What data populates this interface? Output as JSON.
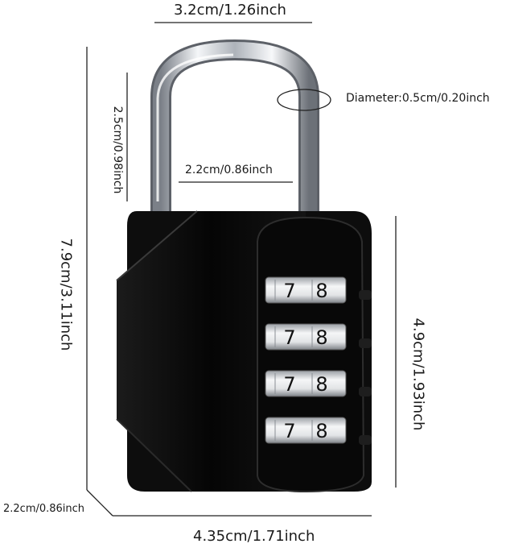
{
  "dimensions": {
    "top_width": "3.2cm/1.26inch",
    "shackle_height": "2.5cm/0.98inch",
    "diameter": "Diameter:0.5cm/0.20inch",
    "shackle_inner_width": "2.2cm/0.86inch",
    "total_height": "7.9cm/3.11inch",
    "body_height": "4.9cm/1.93inch",
    "depth": "2.2cm/0.86inch",
    "body_width": "4.35cm/1.71inch"
  },
  "dials": [
    {
      "left": "7",
      "right": "8"
    },
    {
      "left": "7",
      "right": "8"
    },
    {
      "left": "7",
      "right": "8"
    },
    {
      "left": "7",
      "right": "8"
    }
  ],
  "colors": {
    "lock_body": "#0a0a0a",
    "shackle": "#c8ccd2",
    "dial": "#d9dbde",
    "dimension_line": "#222222"
  }
}
